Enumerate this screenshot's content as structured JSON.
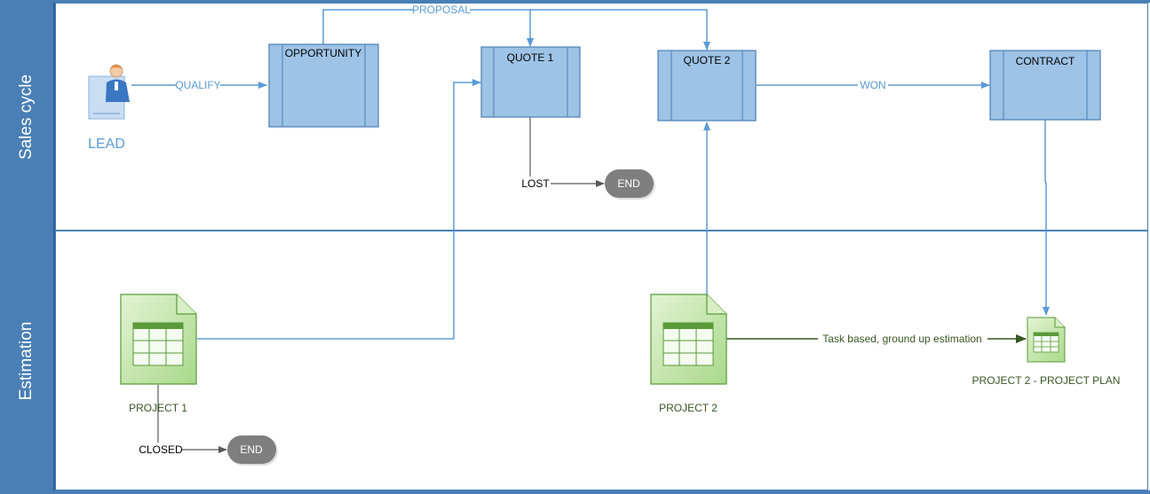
{
  "lanes": {
    "sales": {
      "title": "Sales cycle"
    },
    "estimation": {
      "title": "Estimation"
    }
  },
  "nodes": {
    "lead": {
      "label": "LEAD"
    },
    "opportunity": {
      "label": "OPPORTUNITY"
    },
    "quote1": {
      "label": "QUOTE 1"
    },
    "quote2": {
      "label": "QUOTE 2"
    },
    "contract": {
      "label": "CONTRACT"
    },
    "end_sales": {
      "label": "END"
    },
    "end_estimation": {
      "label": "END"
    },
    "project1": {
      "label": "PROJECT 1"
    },
    "project2": {
      "label": "PROJECT 2"
    },
    "project2_plan": {
      "label": "PROJECT 2 - PROJECT PLAN"
    }
  },
  "edges": {
    "qualify": "QUALIFY",
    "proposal": "PROPOSAL",
    "won": "WON",
    "lost": "LOST",
    "closed": "CLOSED",
    "task_based": "Task based, ground up estimation"
  },
  "colors": {
    "lane_header": "#4a7fb5",
    "process_fill": "#9dc3e6",
    "process_stroke": "#4a7fb5",
    "connector_blue": "#5b9bd5",
    "connector_green": "#375623",
    "terminator": "#7f7f7f",
    "document_fill": "#c6e7b0",
    "document_stroke": "#5a9a3a"
  }
}
